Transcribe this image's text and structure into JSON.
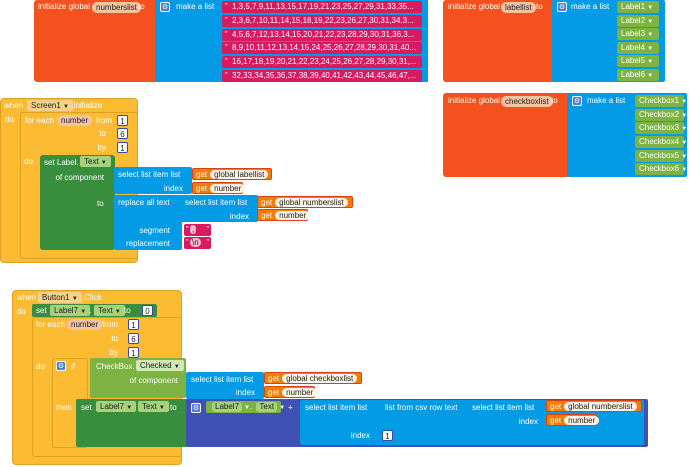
{
  "block1": {
    "header": "initialize global",
    "var_name": "numberslist",
    "to": "to",
    "make_list": "make a list",
    "items": [
      "1,3,5,7,9,11,13,15,17,19,21,23,25,27,29,31,33,35...",
      "2,3,6,7,10,11,14,15,18,19,22,23,26,27,30,31,34,3...",
      "4,5,6,7,12,13,14,15,20,21,22,23,28,29,30,31,36,3...",
      "8,9,10,11,12,13,14,15,24,25,26,27,28,29,30,31,40...",
      "16,17,18,19,20,21,22,23,24,25,26,27,28,29,30,31,...",
      "32,33,34,35,36,37,38,39,40,41,42,43,44,45,46,47,..."
    ]
  },
  "block2": {
    "header": "initialize global",
    "var_name": "labellist",
    "to": "to",
    "make_list": "make a list",
    "items": [
      "Label1",
      "Label2",
      "Label3",
      "Label4",
      "Label5",
      "Label6"
    ]
  },
  "block3": {
    "header": "initialize global",
    "var_name": "checkboxlist",
    "to": "to",
    "make_list": "make a list",
    "items": [
      "Checkbox1",
      "Checkbox2",
      "Checkbox3",
      "Checkbox4",
      "Checkbox5",
      "Checkbox6"
    ]
  },
  "block4": {
    "when": "when",
    "component": "Screen1",
    "event": ".Initialize",
    "do": "do",
    "for_each": "for each",
    "loop_var": "number",
    "from": "from",
    "from_val": "1",
    "to": "to",
    "to_val": "6",
    "by": "by",
    "by_val": "1",
    "inner_do": "do",
    "set_prefix": "set Label.",
    "set_prop": "Text",
    "set_to": "to",
    "of_component": "of component",
    "select_list_item": "select list item  list",
    "get": "get",
    "global_labellist": "global labellist",
    "index": "index",
    "number": "number",
    "to_label": "to",
    "replace_all": "replace all text",
    "select2": "select list item  list",
    "global_numberslist": "global numberslist",
    "index2": "index",
    "segment": "segment",
    "segment_val": ",",
    "replacement": "replacement",
    "replacement_val": "\\n"
  },
  "block5": {
    "when": "when",
    "component": "Button1",
    "event": ".Click",
    "do": "do",
    "set": "set",
    "set_comp": "Label7",
    "dot": ".",
    "set_prop": "Text",
    "set_to": "to",
    "set_val": "0",
    "for_each": "for each",
    "loop_var": "number",
    "from": "from",
    "from_val": "1",
    "to": "to",
    "to_val": "6",
    "by": "by",
    "by_val": "1",
    "inner_do": "do",
    "if": "if",
    "checkbox_prefix": "CheckBox.",
    "checkbox_prop": "Checked",
    "of_component": "of component",
    "select_list_item": "select list item  list",
    "get": "get",
    "global_checkboxlist": "global checkboxlist",
    "index": "index",
    "number": "number",
    "then": "then",
    "then_set": "set",
    "then_comp": "Label7",
    "then_prop": "Text",
    "then_to": "to",
    "join_comp": "Label7",
    "join_prop": "Text",
    "plus": "+",
    "select_outer": "select list item  list",
    "list_from_csv": "list from csv row  text",
    "select_inner": "select list item  list",
    "global_numberslist": "global numberslist",
    "index_inner": "index",
    "index_outer": "index",
    "index_outer_val": "1"
  }
}
